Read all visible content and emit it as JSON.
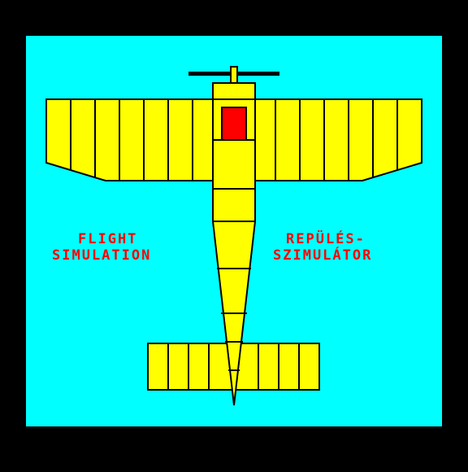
{
  "title_en": {
    "line1": "FLIGHT",
    "line2": "SIMULATION"
  },
  "title_hu": {
    "line1": "REPÜLÉS-",
    "line2": "SZIMULÁTOR"
  },
  "colors": {
    "border": "#000000",
    "background": "#00FFFF",
    "plane": "#FFFF00",
    "outline": "#000000",
    "cockpit": "#FF0000",
    "text": "#FF0000"
  },
  "icons": {
    "plane": "airplane-top-view-icon",
    "propeller": "propeller-icon"
  }
}
